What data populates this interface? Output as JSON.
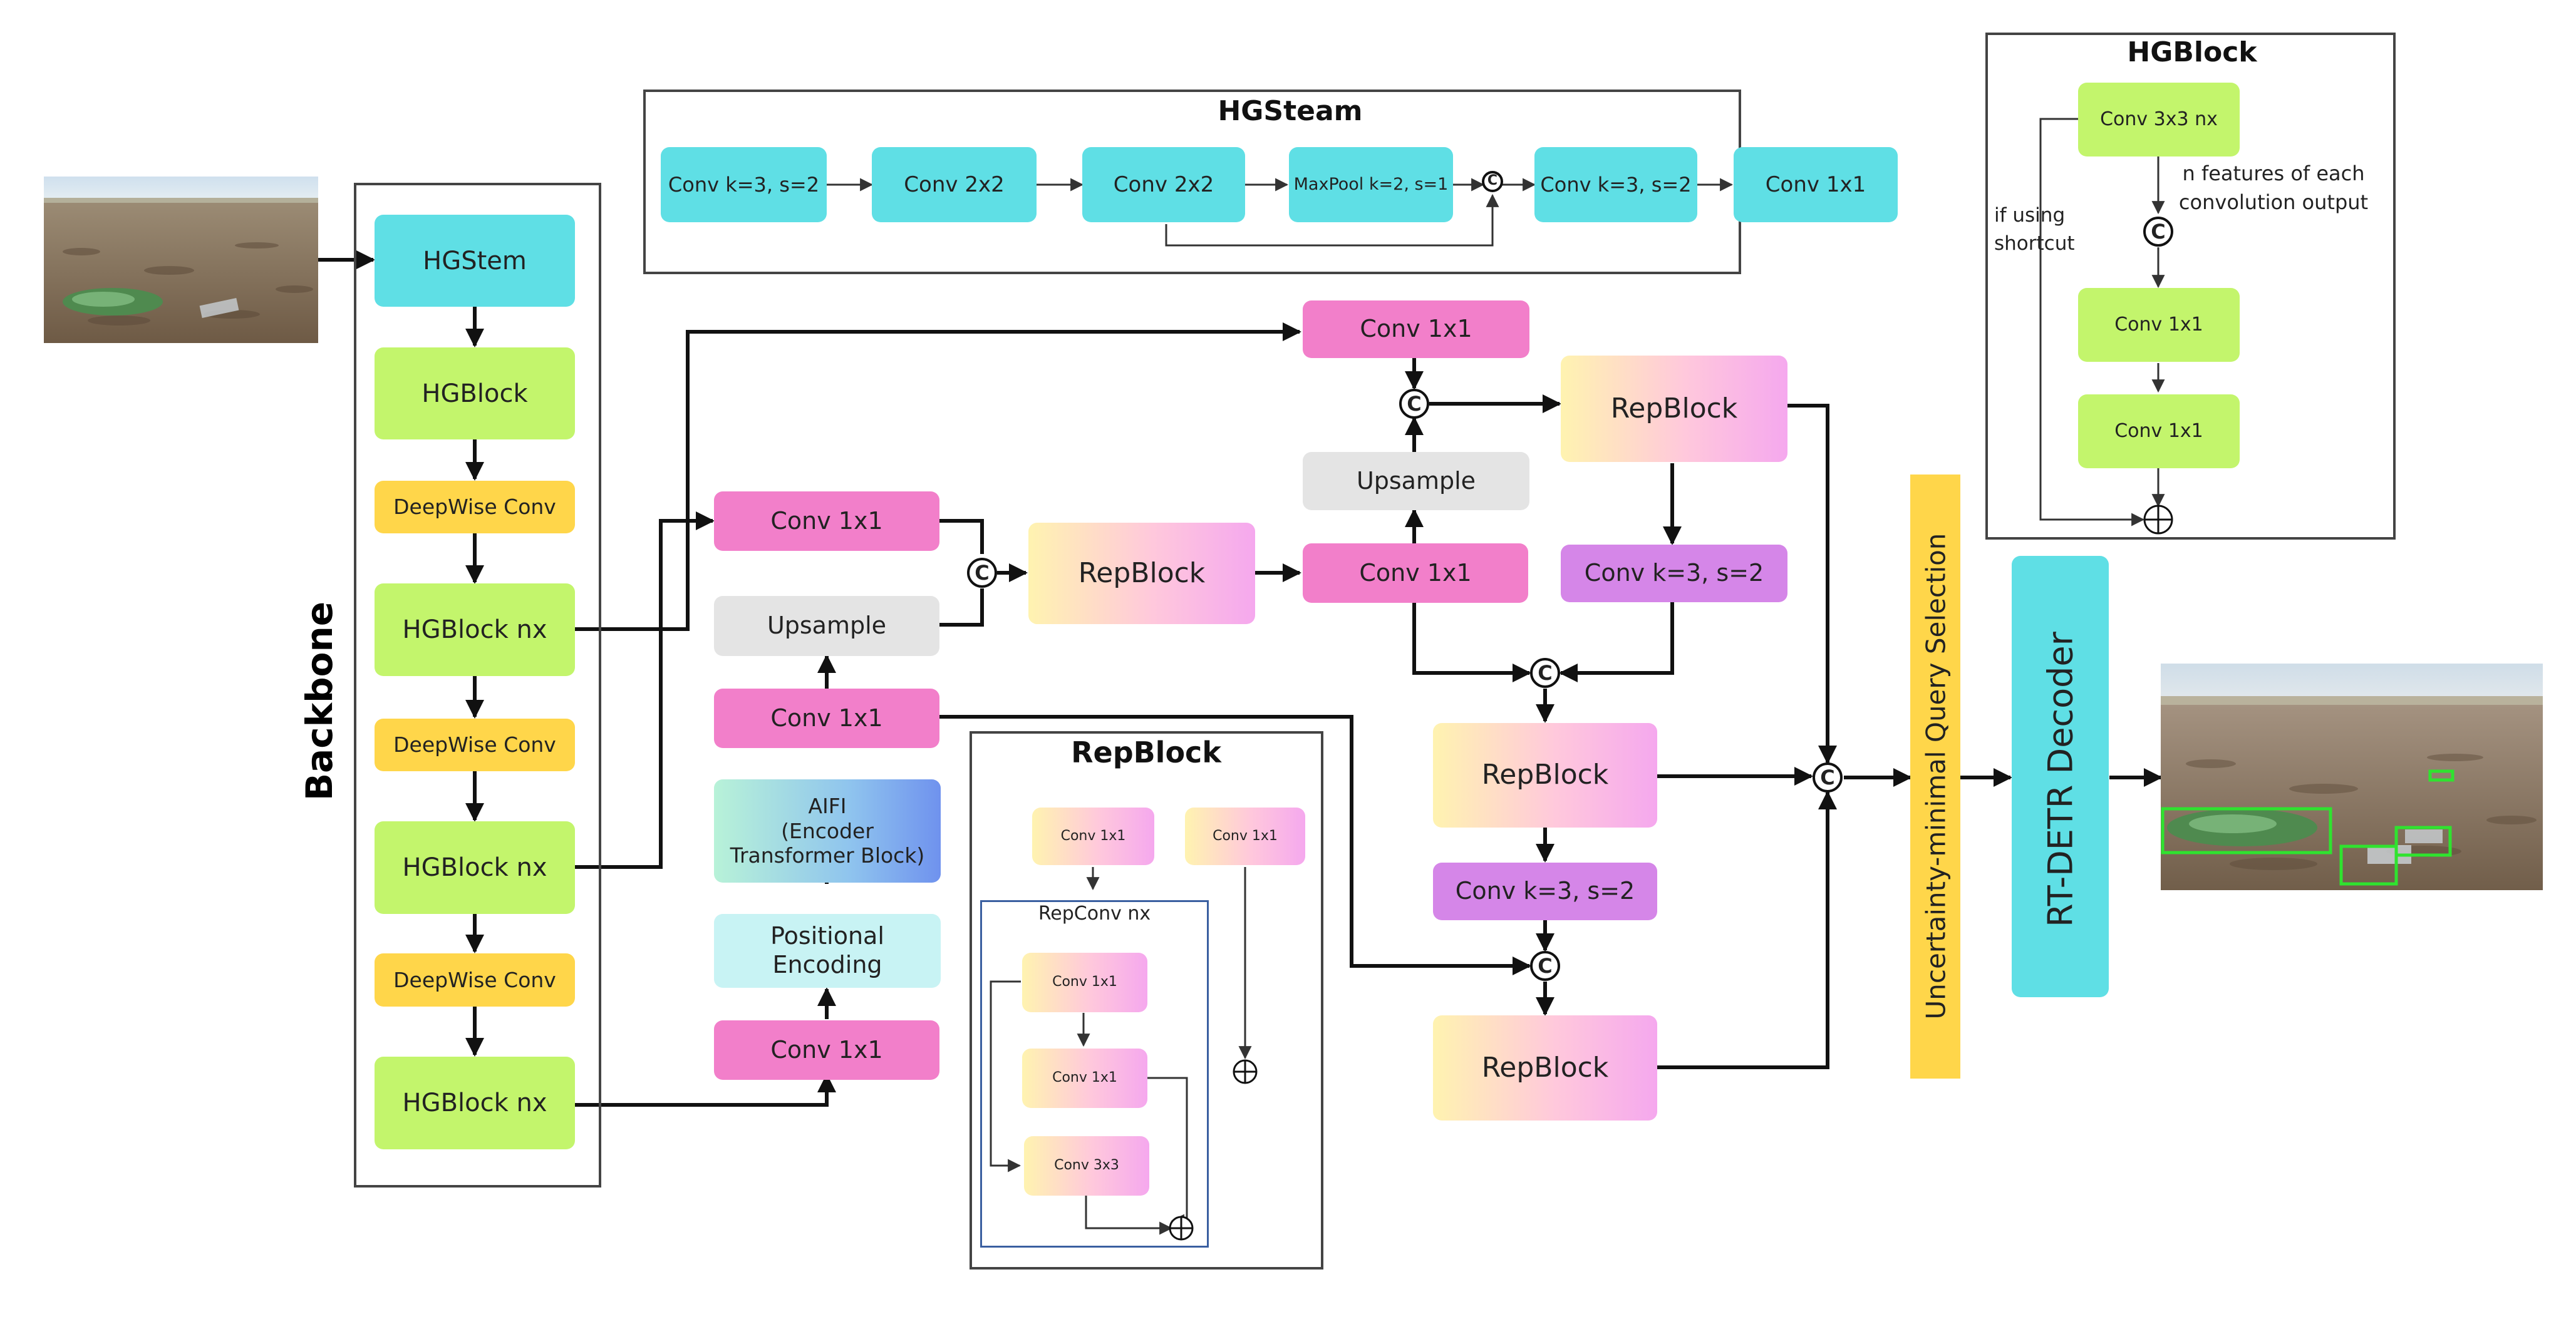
{
  "colors": {
    "cyan": "#5fdfe5",
    "green": "#c3f56c",
    "yellow": "#ffd64a",
    "pink": "#f27fca",
    "purple": "#d586e8",
    "gray": "#e4e4e4",
    "detection_box": "#2fe32f"
  },
  "backbone": {
    "title": "Backbone",
    "blocks": [
      "HGStem",
      "HGBlock",
      "DeepWise Conv",
      "HGBlock nx",
      "DeepWise Conv",
      "HGBlock nx",
      "DeepWise Conv",
      "HGBlock nx"
    ]
  },
  "hgsteam": {
    "title": "HGSteam",
    "blocks": [
      "Conv k=3, s=2",
      "Conv 2x2",
      "Conv 2x2",
      "MaxPool k=2, s=1",
      "Conv k=3, s=2",
      "Conv 1x1"
    ]
  },
  "hgblock": {
    "title": "HGBlock",
    "blocks": [
      "Conv 3x3 nx",
      "Conv 1x1",
      "Conv 1x1"
    ],
    "note_features": "n features of each\nconvolution output",
    "note_shortcut": "if using\nshortcut"
  },
  "encoder": {
    "conv_top": "Conv 1x1",
    "upsample": "Upsample",
    "conv_mid": "Conv 1x1",
    "aifi": "AIFI\n(Encoder\nTransformer Block)",
    "positional": "Positional\nEncoding",
    "conv_bottom": "Conv 1x1"
  },
  "neck": {
    "repblock_1": "RepBlock",
    "conv_after_rep1": "Conv 1x1",
    "upsample": "Upsample",
    "conv_top": "Conv 1x1",
    "repblock_top": "RepBlock",
    "conv_down_1": "Conv k=3, s=2",
    "repblock_mid": "RepBlock",
    "conv_down_2": "Conv k=3, s=2",
    "repblock_bottom": "RepBlock"
  },
  "repblock_detail": {
    "title": "RepBlock",
    "conv_left": "Conv 1x1",
    "conv_right": "Conv 1x1",
    "repconv_title": "RepConv nx",
    "repconv_blocks": [
      "Conv 1x1",
      "Conv 1x1",
      "Conv 3x3"
    ]
  },
  "concat_symbol": "C",
  "add_symbol": "⊕",
  "query_selection": "Uncertainty-minimal Query Selection",
  "decoder": "RT-DETR Decoder"
}
